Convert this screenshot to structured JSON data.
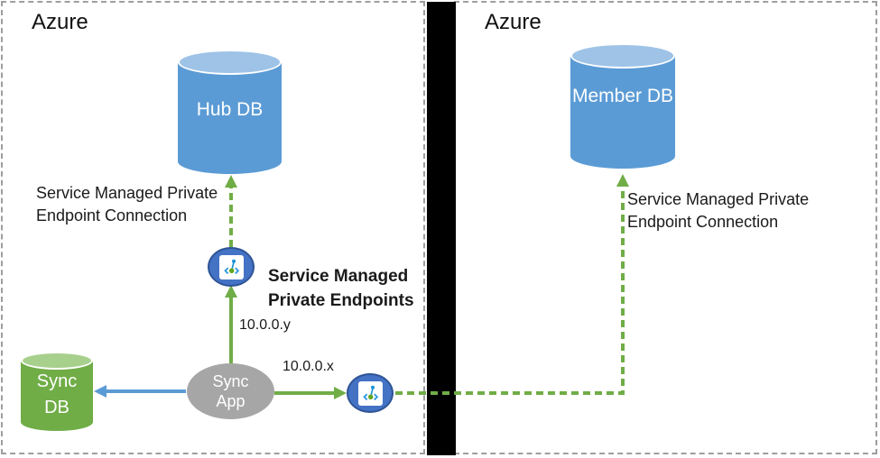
{
  "regions": {
    "left": {
      "label": "Azure"
    },
    "right": {
      "label": "Azure"
    }
  },
  "nodes": {
    "hub_db": {
      "label": "Hub DB"
    },
    "member_db": {
      "line1": "Member",
      "line2": "DB"
    },
    "sync_db": {
      "line1": "Sync",
      "line2": "DB"
    },
    "sync_app": {
      "line1": "Sync",
      "line2": "App"
    }
  },
  "annotations": {
    "hub_connection": {
      "line1": "Service Managed Private",
      "line2": "Endpoint Connection"
    },
    "member_connection": {
      "line1": "Service Managed Private",
      "line2": "Endpoint Connection"
    },
    "endpoints_title": {
      "line1": "Service Managed",
      "line2": "Private Endpoints"
    },
    "ip_hub": "10.0.0.y",
    "ip_member": "10.0.0.x"
  },
  "icons": {
    "private_endpoint": "private-endpoint-icon"
  },
  "colors": {
    "db_blue": "#5B9BD5",
    "db_blue_top": "#9EC3E7",
    "db_green": "#70AD47",
    "db_green_top": "#A8D08D",
    "app_gray": "#A6A6A6",
    "endpoint_fill": "#4472C4",
    "endpoint_border": "#2F5496",
    "arrow_green": "#70AD47",
    "arrow_blue": "#5B9BD5",
    "divider_black": "#000000",
    "icon_blue": "#1B93D6",
    "icon_green": "#62A420"
  }
}
